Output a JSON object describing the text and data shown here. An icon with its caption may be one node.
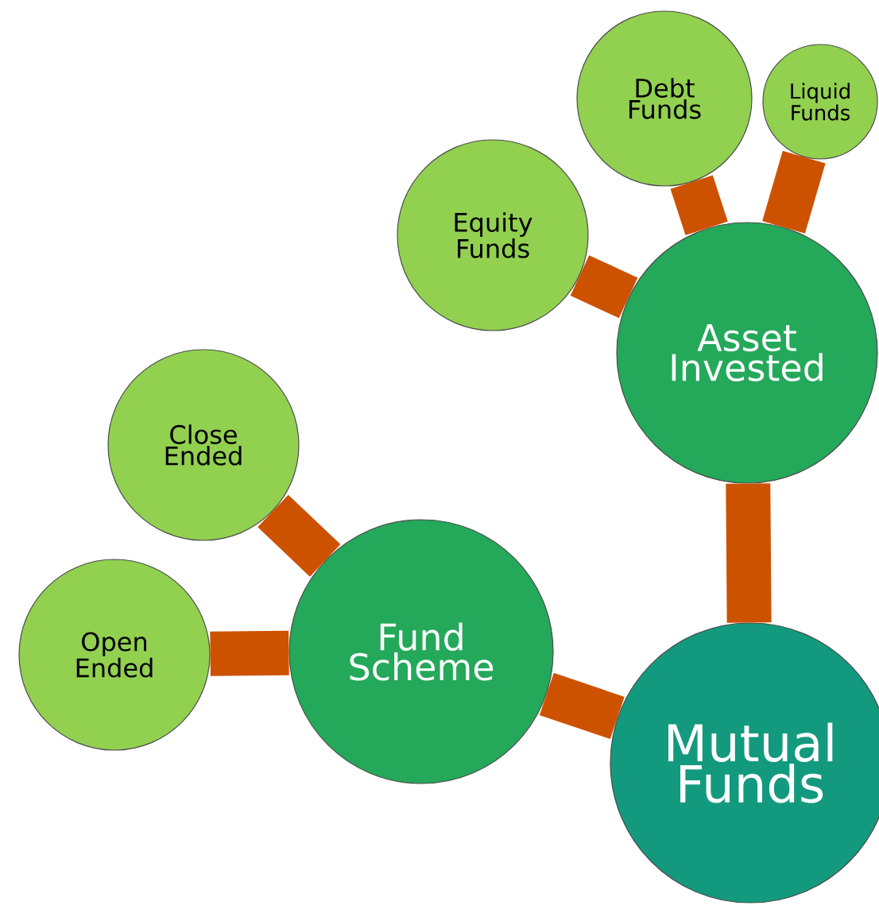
{
  "diagram": {
    "nodes": [
      {
        "text": [
          "Debt Funds"
        ]
      },
      {
        "text": [
          "Liquid Funds"
        ]
      },
      {
        "text": [
          "Equity Funds"
        ]
      },
      {
        "text": [
          "Asset Invested"
        ]
      },
      {
        "text": [
          "Close Ended"
        ]
      },
      {
        "text": [
          "Open Ended"
        ]
      },
      {
        "text": [
          "Fund Scheme"
        ]
      },
      {
        "text": [
          "Mutual Funds"
        ]
      }
    ],
    "edges": [
      {
        "from": 7,
        "to": 3,
        "arrow": "none"
      },
      {
        "from": 7,
        "to": 6,
        "arrow": "none"
      },
      {
        "from": 3,
        "to": 2,
        "arrow": "none"
      },
      {
        "from": 3,
        "to": 0,
        "arrow": "none"
      },
      {
        "from": 3,
        "to": 1,
        "arrow": "none"
      },
      {
        "from": 6,
        "to": 4,
        "arrow": "none"
      },
      {
        "from": 6,
        "to": 5,
        "arrow": "none"
      }
    ]
  }
}
